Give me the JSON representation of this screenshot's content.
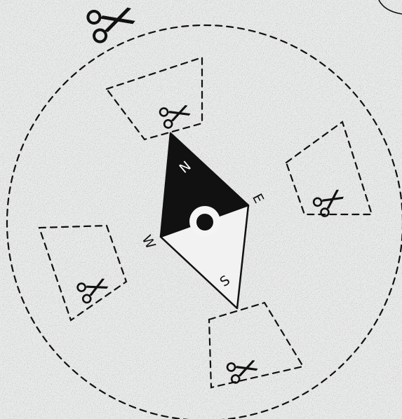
{
  "compass": {
    "north_label": "N",
    "east_label": "E",
    "south_label": "S",
    "west_label": "W"
  },
  "colors": {
    "paper": "#e9eaea",
    "ink": "#111111",
    "white": "#ffffff"
  },
  "icons": [
    "scissors-icon"
  ]
}
